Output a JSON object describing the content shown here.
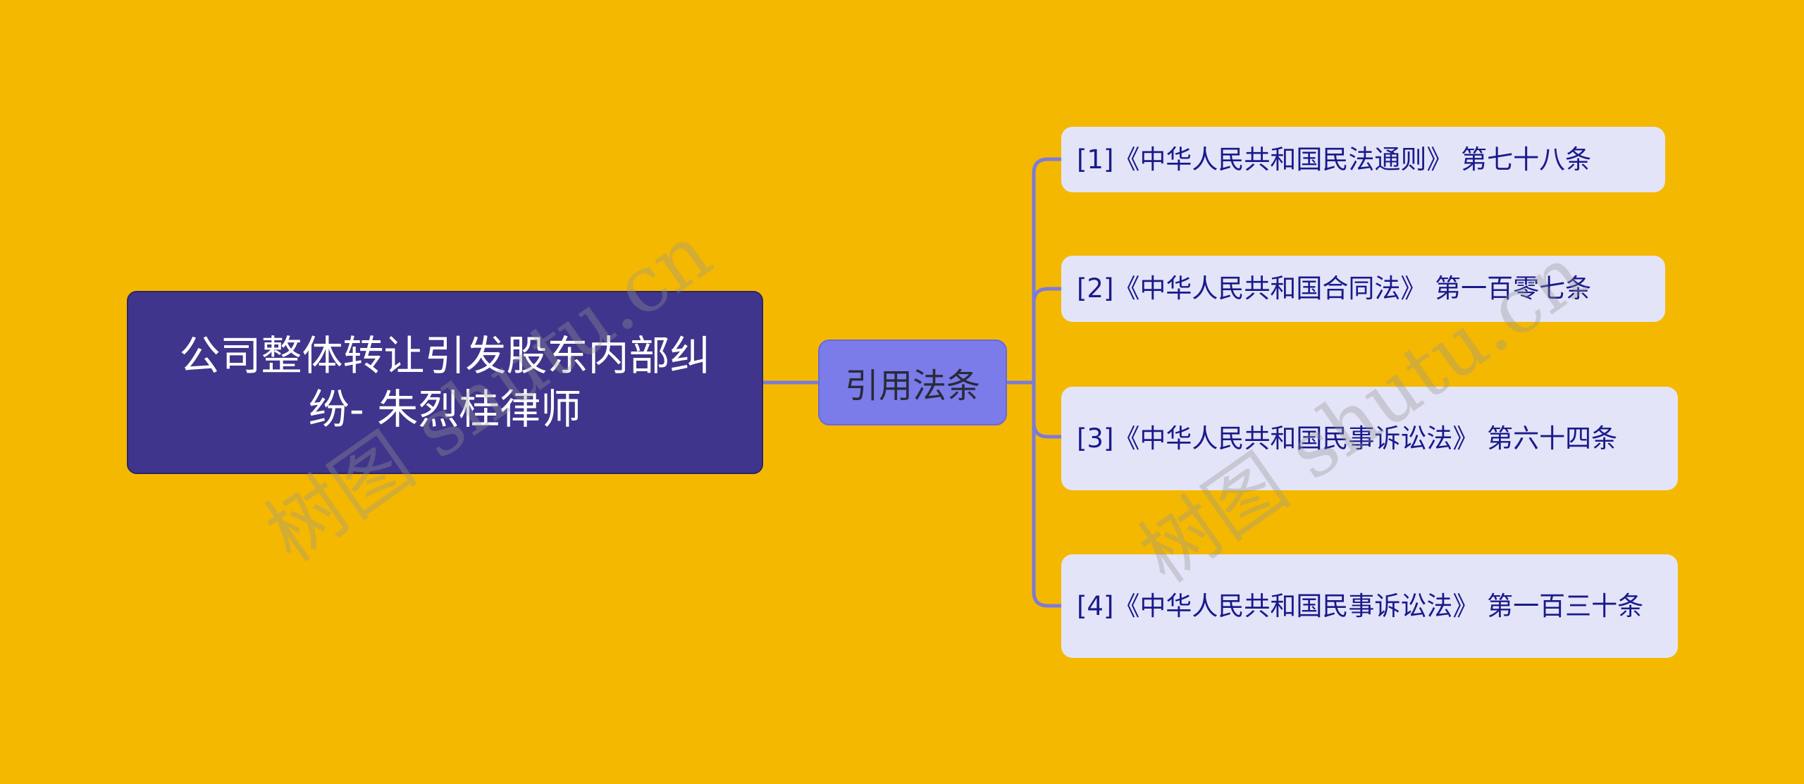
{
  "root": {
    "title": "公司整体转让引发股东内部纠纷- 朱烈桂律师"
  },
  "middle": {
    "label": "引用法条"
  },
  "leaves": [
    {
      "text": "[1]《中华人民共和国民法通则》 第七十八条"
    },
    {
      "text": "[2]《中华人民共和国合同法》 第一百零七条"
    },
    {
      "text": "[3]《中华人民共和国民事诉讼法》 第六十四条"
    },
    {
      "text": "[4]《中华人民共和国民事诉讼法》 第一百三十条"
    }
  ],
  "watermark": "树图 shutu.cn",
  "colors": {
    "background": "#F5B800",
    "root": "#3F358C",
    "middle": "#7B7BEA",
    "leaf": "#E3E4F8",
    "line": "#7B7BDA"
  }
}
